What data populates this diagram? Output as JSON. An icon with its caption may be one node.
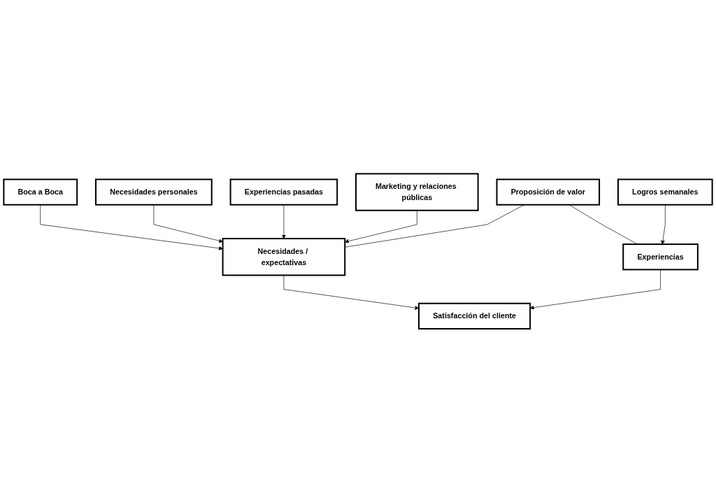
{
  "diagram": {
    "nodes": [
      {
        "text": [
          "Boca a Boca"
        ]
      },
      {
        "text": [
          "Necesidades personales"
        ]
      },
      {
        "text": [
          "Experiencias pasadas"
        ]
      },
      {
        "text": [
          "Marketing y relaciones públicas"
        ]
      },
      {
        "text": [
          "Proposición de valor"
        ]
      },
      {
        "text": [
          "Necesidades / expectativas"
        ]
      },
      {
        "text": [
          "Experiencias"
        ]
      },
      {
        "text": [
          "Satisfacción del cliente"
        ]
      },
      {
        "text": [
          "Logros semanales"
        ]
      }
    ],
    "edges": [
      {
        "from": 0,
        "to": 5,
        "arrow": "to"
      },
      {
        "from": 1,
        "to": 5,
        "arrow": "to"
      },
      {
        "from": 2,
        "to": 5,
        "arrow": "to"
      },
      {
        "from": 3,
        "to": 5,
        "arrow": "to"
      },
      {
        "from": 4,
        "to": 5,
        "arrow": "none"
      },
      {
        "from": 4,
        "to": 6,
        "arrow": "none"
      },
      {
        "from": 5,
        "to": 7,
        "arrow": "to"
      },
      {
        "from": 6,
        "to": 7,
        "arrow": "to"
      },
      {
        "from": 8,
        "to": 6,
        "arrow": "to"
      }
    ]
  }
}
